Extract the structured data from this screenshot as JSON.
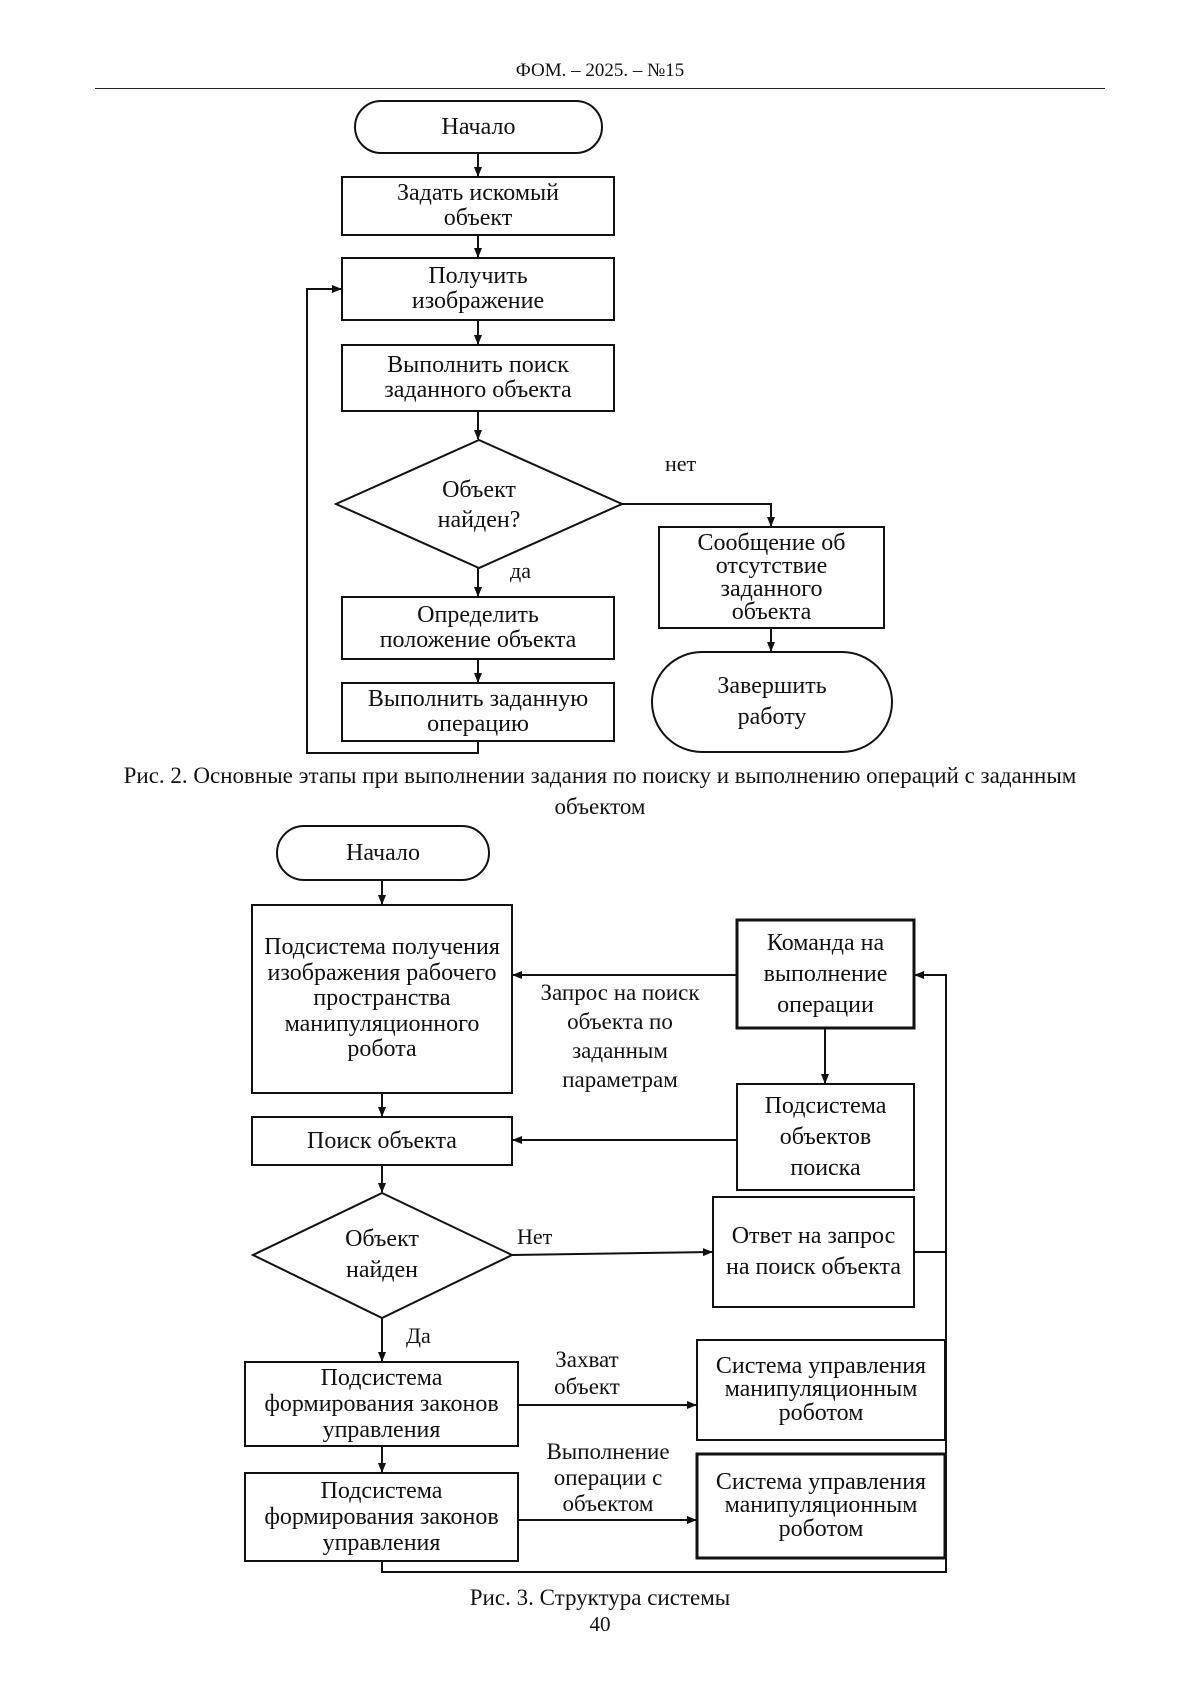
{
  "header": {
    "journal": "ФОМ. – 2025. – №15"
  },
  "figure2": {
    "start": "Начало",
    "set_object": "Задать искомый объект",
    "get_image": "Получить изображение",
    "search_object": "Выполнить поиск заданного объекта",
    "decision": "Объект найден?",
    "yes": "да",
    "no": "нет",
    "locate_object": "Определить положение объекта",
    "do_operation": "Выполнить заданную операцию",
    "absence_message": "Сообщение об отсутствие заданного объекта",
    "finish": "Завершить работу",
    "caption": "Рис. 2. Основные этапы при выполнении задания по поиску и выполнению операций с заданным объектом"
  },
  "figure3": {
    "start": "Начало",
    "image_subsystem": "Подсистема получения изображения рабочего пространства манипуляционного робота",
    "object_search": "Поиск объекта",
    "decision": "Объект найден",
    "yes": "Да",
    "no": "Нет",
    "control_laws_1": "Подсистема формирования законов управления",
    "control_laws_2": "Подсистема формирования законов управления",
    "command": "Команда на выполнение операции",
    "search_objects_subsystem": "Подсистема объектов поиска",
    "search_response": "Ответ на запрос на поиск объекта",
    "robot_control_1": "Система управления манипуляционным роботом",
    "robot_control_2": "Система управления манипуляционным роботом",
    "search_request": "Запрос на поиск объекта по заданным параметрам",
    "grab_object": "Захват объект",
    "perform_operation": "Выполнение операции с объектом",
    "caption": "Рис. 3. Структура системы"
  },
  "page": {
    "number": "40"
  }
}
